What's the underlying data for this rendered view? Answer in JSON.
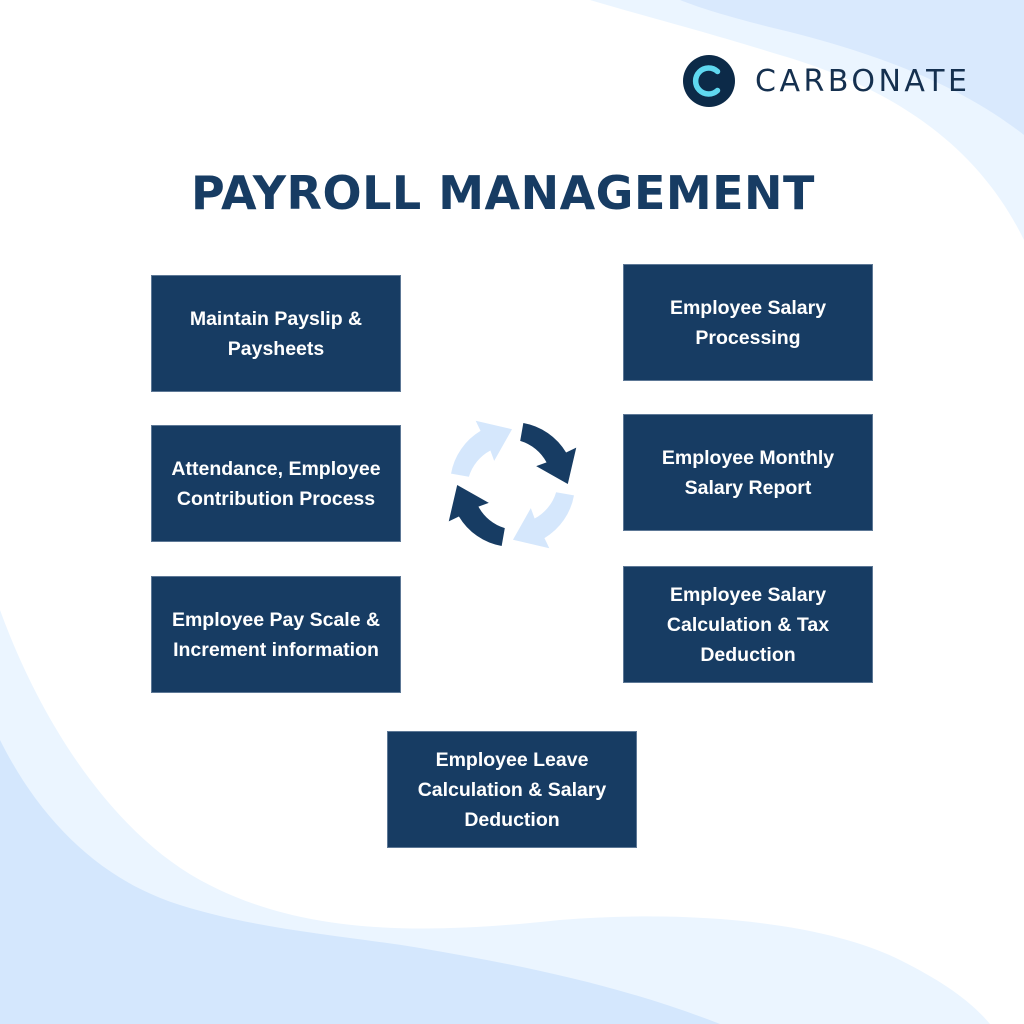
{
  "brand": {
    "name": "CARBONATE",
    "logo_letter": "C",
    "colors": {
      "mark_bg": "#0c2a48",
      "mark_ring": "#5fd8f0",
      "text": "#15304f"
    }
  },
  "title": "PAYROLL MANAGEMENT",
  "colors": {
    "box_fill": "#173c63",
    "box_text": "#ffffff",
    "title": "#173c63",
    "arrow_dark": "#173c63",
    "arrow_light": "#d5e7fc",
    "wave_light": "#ebf5ff",
    "wave_mid": "#d4e7fd"
  },
  "center_icon": "cycle-arrows-icon",
  "left_items": [
    {
      "label": "Maintain Payslip & Paysheets"
    },
    {
      "label": "Attendance, Employee Contribution Process"
    },
    {
      "label": "Employee Pay Scale & Increment information"
    }
  ],
  "right_items": [
    {
      "label": "Employee Salary Processing"
    },
    {
      "label": "Employee Monthly Salary Report"
    },
    {
      "label": "Employee Salary Calculation & Tax Deduction"
    }
  ],
  "bottom_item": {
    "label": "Employee Leave Calculation & Salary Deduction"
  }
}
